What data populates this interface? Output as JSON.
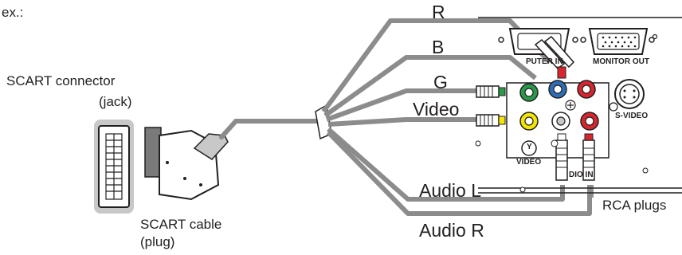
{
  "example_label": "ex.:",
  "scart_connector": {
    "line1": "SCART connector",
    "line2": "(jack)"
  },
  "scart_cable": {
    "line1": "SCART cable",
    "line2": "(plug)"
  },
  "cable_labels": {
    "r": "R",
    "b": "B",
    "g": "G",
    "video": "Video",
    "audio_l": "Audio L",
    "audio_r": "Audio R"
  },
  "rca_plugs": "RCA plugs",
  "panel_labels": {
    "computer_in": "PUTER IN",
    "monitor_out": "MONITOR OUT",
    "s_video": "S-VIDEO",
    "video_port": "VIDEO",
    "video_y": "Y",
    "audio_in": "DIO IN"
  },
  "colors": {
    "cable": "#8c8c8c",
    "red": "#d7262e",
    "green": "#2a9a49",
    "blue": "#2e6db4",
    "yellow": "#f2e600",
    "jack_bg": "#c8c8c8"
  }
}
